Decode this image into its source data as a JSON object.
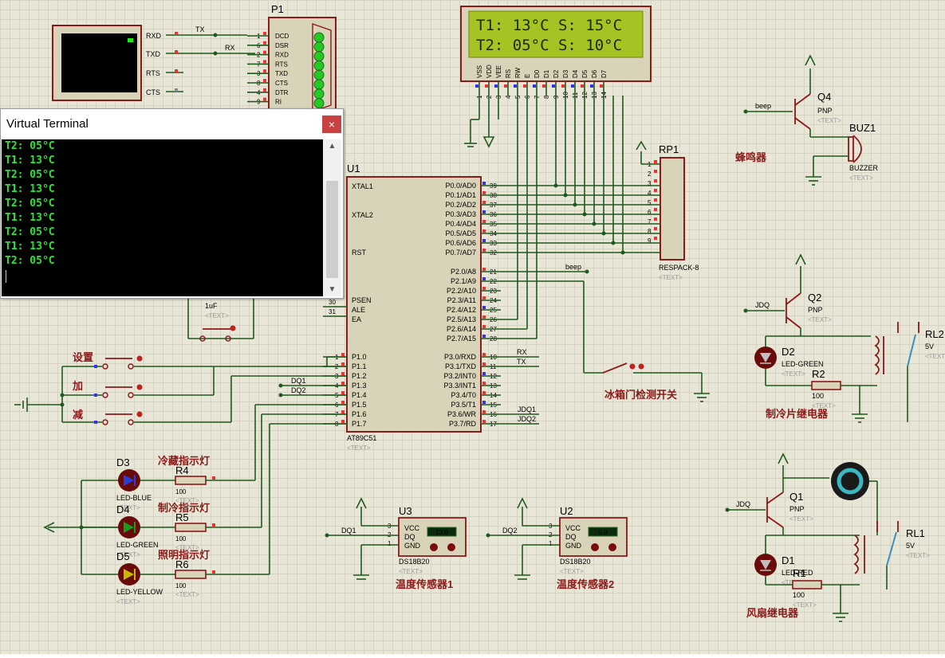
{
  "lcd": {
    "line1": "T1: 13°C S: 15°C",
    "line2": "T2: 05°C S: 10°C",
    "pins": [
      "VSS",
      "VDD",
      "VEE",
      "RS",
      "RW",
      "E",
      "D0",
      "D1",
      "D2",
      "D3",
      "D4",
      "D5",
      "D6",
      "D7"
    ],
    "pin_numbers": [
      "1",
      "2",
      "3",
      "4",
      "5",
      "6",
      "7",
      "8",
      "9",
      "10",
      "11",
      "12",
      "13",
      "14"
    ]
  },
  "vterm_device": {
    "pins": [
      "RXD",
      "TXD",
      "RTS",
      "CTS"
    ],
    "tx": "TX",
    "rx": "RX"
  },
  "p1": {
    "ref": "P1",
    "pins": [
      "DCD",
      "DSR",
      "RXD",
      "RTS",
      "TXD",
      "CTS",
      "DTR",
      "RI"
    ],
    "nums": [
      "1",
      "6",
      "2",
      "7",
      "3",
      "8",
      "4",
      "9"
    ]
  },
  "virtual_terminal": {
    "title": "Virtual Terminal",
    "close": "×",
    "lines": [
      "T2: 05°C",
      "T1: 13°C",
      "T2: 05°C",
      "T1: 13°C",
      "T2: 05°C",
      "T1: 13°C",
      "T2: 05°C",
      "T1: 13°C",
      "T2: 05°C"
    ]
  },
  "mcu": {
    "ref": "U1",
    "name": "AT89C51",
    "text": "<TEXT>",
    "left_pins": [
      {
        "name": "XTAL1",
        "num": ""
      },
      {
        "name": "XTAL2",
        "num": ""
      },
      {
        "name": "RST",
        "num": ""
      },
      {
        "name": "PSEN",
        "num": ""
      },
      {
        "name": "ALE",
        "num": "30"
      },
      {
        "name": "EA",
        "num": "31"
      },
      {
        "name": "P1.0",
        "num": "1"
      },
      {
        "name": "P1.1",
        "num": "2"
      },
      {
        "name": "P1.2",
        "num": "3"
      },
      {
        "name": "P1.3",
        "num": "4"
      },
      {
        "name": "P1.4",
        "num": "5"
      },
      {
        "name": "P1.5",
        "num": "6"
      },
      {
        "name": "P1.6",
        "num": "7"
      },
      {
        "name": "P1.7",
        "num": "8"
      }
    ],
    "right_pins": [
      {
        "name": "P0.0/AD0",
        "num": "39"
      },
      {
        "name": "P0.1/AD1",
        "num": "38"
      },
      {
        "name": "P0.2/AD2",
        "num": "37"
      },
      {
        "name": "P0.3/AD3",
        "num": "36"
      },
      {
        "name": "P0.4/AD4",
        "num": "35"
      },
      {
        "name": "P0.5/AD5",
        "num": "34"
      },
      {
        "name": "P0.6/AD6",
        "num": "33"
      },
      {
        "name": "P0.7/AD7",
        "num": "32"
      },
      {
        "name": "P2.0/A8",
        "num": "21"
      },
      {
        "name": "P2.1/A9",
        "num": "22"
      },
      {
        "name": "P2.2/A10",
        "num": "23"
      },
      {
        "name": "P2.3/A11",
        "num": "24"
      },
      {
        "name": "P2.4/A12",
        "num": "25"
      },
      {
        "name": "P2.5/A13",
        "num": "26"
      },
      {
        "name": "P2.6/A14",
        "num": "27"
      },
      {
        "name": "P2.7/A15",
        "num": "28"
      },
      {
        "name": "P3.0/RXD",
        "num": "10"
      },
      {
        "name": "P3.1/TXD",
        "num": "11"
      },
      {
        "name": "P3.2/INT0",
        "num": "12"
      },
      {
        "name": "P3.3/INT1",
        "num": "13"
      },
      {
        "name": "P3.4/T0",
        "num": "14"
      },
      {
        "name": "P3.5/T1",
        "num": "15"
      },
      {
        "name": "P3.6/WR",
        "num": "16"
      },
      {
        "name": "P3.7/RD",
        "num": "17"
      }
    ]
  },
  "rp1": {
    "ref": "RP1",
    "name": "RESPACK-8",
    "text": "<TEXT>",
    "pins": [
      "1",
      "2",
      "3",
      "4",
      "5",
      "6",
      "7",
      "8",
      "9"
    ]
  },
  "nets": {
    "beep": "beep",
    "rx": "RX",
    "tx": "TX",
    "jdq1": "JDQ1",
    "jdq2": "JDQ2",
    "dq1": "DQ1",
    "dq2": "DQ2",
    "jdq": "JDQ",
    "jdq_q2": "JDQ"
  },
  "cap": {
    "value": "1uF",
    "text": "<TEXT>"
  },
  "buttons": {
    "set": "设置",
    "add": "加",
    "sub": "减"
  },
  "door_switch": "冰箱门检测开关",
  "leds": [
    {
      "ref": "D3",
      "model": "LED-BLUE",
      "text": "<TEXT>",
      "r": "R4",
      "rv": "100",
      "rt": "<TEXT>",
      "caption": "冷藏指示灯",
      "color": "#2a3fd6"
    },
    {
      "ref": "D4",
      "model": "LED-GREEN",
      "text": "<TEXT>",
      "r": "R5",
      "rv": "100",
      "rt": "<TEXT>",
      "caption": "制冷指示灯",
      "color": "#1c9a1c"
    },
    {
      "ref": "D5",
      "model": "LED-YELLOW",
      "text": "<TEXT>",
      "r": "R6",
      "rv": "100",
      "rt": "<TEXT>",
      "caption": "照明指示灯",
      "color": "#c9b800"
    }
  ],
  "sensors": [
    {
      "ref": "U3",
      "model": "DS18B20",
      "text": "<TEXT>",
      "value": "13.0",
      "caption": "温度传感器1",
      "net": "DQ1",
      "pins": [
        "VCC",
        "DQ",
        "GND"
      ],
      "nums": [
        "3",
        "2",
        "1"
      ]
    },
    {
      "ref": "U2",
      "model": "DS18B20",
      "text": "<TEXT>",
      "value": "5.0",
      "caption": "温度传感器2",
      "net": "DQ2",
      "pins": [
        "VCC",
        "DQ",
        "GND"
      ],
      "nums": [
        "3",
        "2",
        "1"
      ]
    }
  ],
  "buzzer": {
    "q_ref": "Q4",
    "q_type": "PNP",
    "q_text": "<TEXT>",
    "ref": "BUZ1",
    "model": "BUZZER",
    "text": "<TEXT>",
    "caption": "蜂鸣器",
    "net": "beep"
  },
  "cooler": {
    "q_ref": "Q2",
    "q_type": "PNP",
    "q_text": "<TEXT>",
    "d_ref": "D2",
    "d_model": "LED-GREEN",
    "d_text": "<TEXT>",
    "r_ref": "R2",
    "r_value": "100",
    "r_text": "<TEXT>",
    "rl_ref": "RL2",
    "rl_v": "5V",
    "rl_text": "<TEXT>",
    "caption": "制冷片继电器",
    "net": "JDQ"
  },
  "fan": {
    "q_ref": "Q1",
    "q_type": "PNP",
    "q_text": "<TEXT>",
    "d_ref": "D1",
    "d_model": "LED-RED",
    "d_text": "<TEXT>",
    "r_ref": "R1",
    "r_value": "100",
    "r_text": "<TEXT>",
    "rl_ref": "RL1",
    "rl_v": "5V",
    "rl_text": "<TEXT>",
    "caption": "风扇继电器",
    "net": "JDQ"
  }
}
